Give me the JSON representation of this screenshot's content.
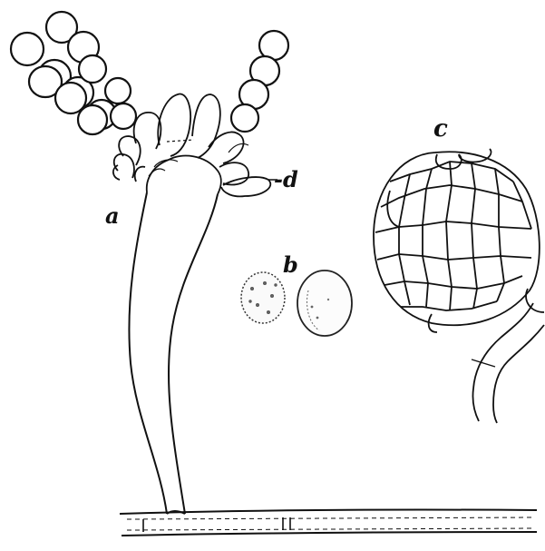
{
  "diagram": {
    "labels": {
      "a": "a",
      "b": "b",
      "c": "c",
      "d": "-d"
    }
  },
  "colors": {
    "ink": "#111111",
    "background": "#ffffff"
  }
}
